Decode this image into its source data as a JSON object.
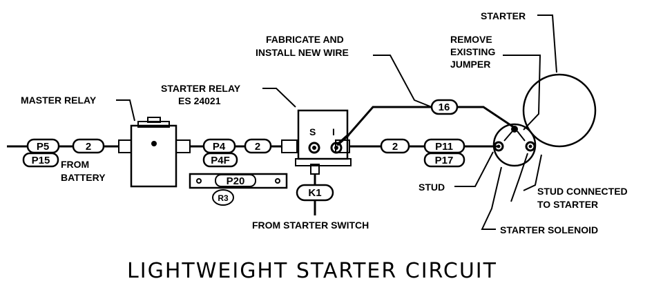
{
  "title": "LIGHTWEIGHT STARTER CIRCUIT",
  "labels": {
    "master_relay": "MASTER RELAY",
    "starter_relay_line1": "STARTER RELAY",
    "starter_relay_line2": "ES 24021",
    "fabricate_line1": "FABRICATE AND",
    "fabricate_line2": "INSTALL NEW WIRE",
    "starter": "STARTER",
    "remove_line1": "REMOVE",
    "remove_line2": "EXISTING",
    "remove_line3": "JUMPER",
    "from_battery_line1": "FROM",
    "from_battery_line2": "BATTERY",
    "from_starter_switch": "FROM STARTER SWITCH",
    "stud": "STUD",
    "stud_connected_line1": "STUD CONNECTED",
    "stud_connected_line2": "TO STARTER",
    "starter_solenoid": "STARTER SOLENOID"
  },
  "relay_terminals": {
    "s": "S",
    "i": "I"
  },
  "tags": {
    "p5": "P5",
    "p15": "P15",
    "wire2_a": "2",
    "p4": "P4",
    "p4f": "P4F",
    "wire2_b": "2",
    "p20": "P20",
    "r3": "R3",
    "k1": "K1",
    "wire2_c": "2",
    "p11": "P11",
    "p17": "P17",
    "wire16": "16"
  }
}
